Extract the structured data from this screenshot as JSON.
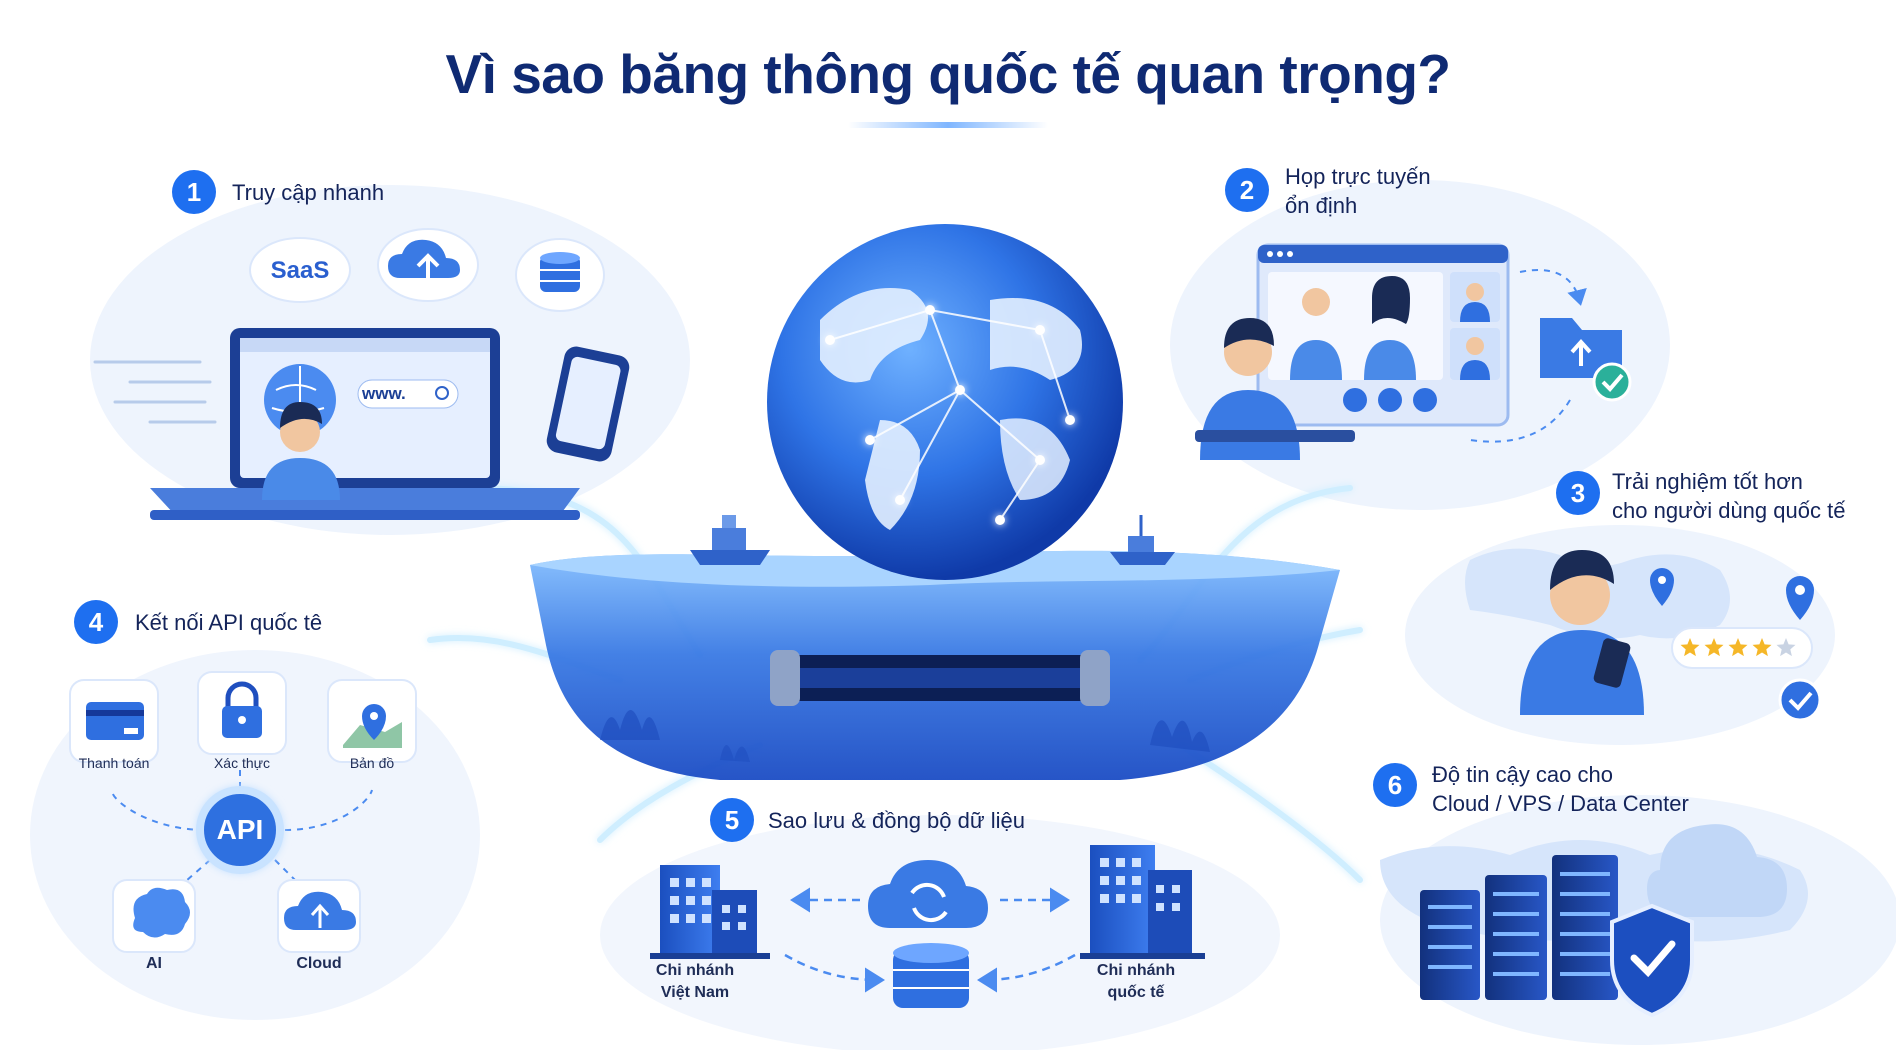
{
  "title": "Vì sao băng thông quốc tế quan trọng?",
  "colors": {
    "primary": "#1e6ff0",
    "dark_text": "#0f2a73",
    "glow": "#bfe6ff",
    "panel": "#eef4fd",
    "ocean": "#2a62d8"
  },
  "sections": [
    {
      "number": "1",
      "title": "Truy cập nhanh",
      "labels": {
        "saas": "SaaS",
        "url": "www."
      }
    },
    {
      "number": "2",
      "title_line1": "Họp trực tuyến",
      "title_line2": "ổn định"
    },
    {
      "number": "3",
      "title_line1": "Trải nghiệm tốt hơn",
      "title_line2": "cho người dùng quốc tế",
      "rating_stars": 4,
      "rating_max": 5
    },
    {
      "number": "4",
      "title": "Kết nối API quốc tê",
      "hub_label": "API",
      "nodes": [
        "Thanh toán",
        "Xác thực",
        "Bản đồ",
        "AI",
        "Cloud"
      ]
    },
    {
      "number": "5",
      "title": "Sao lưu & đồng bộ dữ liệu",
      "left_label_line1": "Chi nhánh",
      "left_label_line2": "Việt Nam",
      "right_label_line1": "Chi nhánh",
      "right_label_line2": "quốc tế"
    },
    {
      "number": "6",
      "title_line1": "Độ tin cậy cao cho",
      "title_line2": "Cloud / VPS / Data Center"
    }
  ],
  "icons": [
    "globe-icon",
    "laptop-icon",
    "smartphone-icon",
    "cloud-upload-icon",
    "database-icon",
    "video-call-icon",
    "folder-upload-icon",
    "check-icon",
    "map-pin-icon",
    "star-icon",
    "credit-card-icon",
    "lock-icon",
    "map-icon",
    "brain-icon",
    "cloud-icon",
    "building-icon",
    "sync-icon",
    "server-icon",
    "shield-check-icon",
    "ship-icon",
    "undersea-cable-icon"
  ]
}
